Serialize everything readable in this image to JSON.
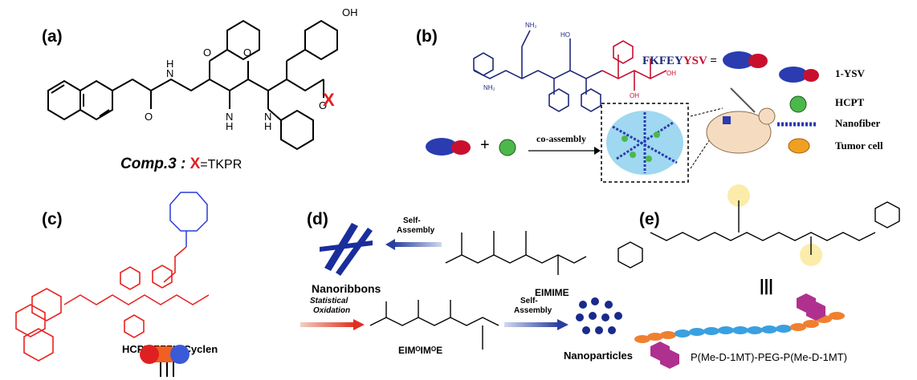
{
  "panel_a": {
    "label": "(a)",
    "x_atom": "X",
    "oh_label": "OH",
    "atoms": [
      "O",
      "N",
      "H",
      "O",
      "H",
      "N",
      "O",
      "H",
      "N",
      "O"
    ],
    "caption_prefix": "Comp.3 :",
    "caption_x": "X",
    "caption_suffix": "=TKPR",
    "colors": {
      "x": "#e02020",
      "bond": "#000000"
    }
  },
  "panel_b": {
    "label": "(b)",
    "sequence_blue": "FKFEY",
    "sequence_red": "YSV",
    "equals": "=",
    "plus": "+",
    "arrow_label": "co-assembly",
    "legend": [
      "1-YSV",
      "HCPT",
      "Nanofiber",
      "Tumor cell"
    ],
    "colors": {
      "blue": "#1f2a7a",
      "red": "#c8102e",
      "green": "#4cb84c",
      "tumor": "#f0a020"
    }
  },
  "panel_c": {
    "label": "(c)",
    "name": "HCPT-FFFK-Cyclen",
    "colors": {
      "red": "#e8231f",
      "blue": "#2a3cd6"
    }
  },
  "panel_d": {
    "label": "(d)",
    "self_assembly_top": [
      "Self-",
      "Assembly"
    ],
    "self_assembly_bottom": [
      "Self-",
      "Assembly"
    ],
    "nanoribbons": "Nanoribbons",
    "eimime": "EIMIME",
    "statistical_oxidation": [
      "Statistical",
      "Oxidation"
    ],
    "eim_ox": "EIMᴼIMᴼE",
    "nanoparticles": "Nanoparticles",
    "colors": {
      "ribbon": "#1a2d9c",
      "particle": "#1a2a8c"
    }
  },
  "panel_e": {
    "label": "(e)",
    "name": "P(Me-D-1MT)-PEG-P(Me-D-1MT)",
    "equiv": "|||",
    "colors": {
      "peg": "#3aa0e0",
      "pink": "#b0308f",
      "orange": "#f08030"
    }
  }
}
